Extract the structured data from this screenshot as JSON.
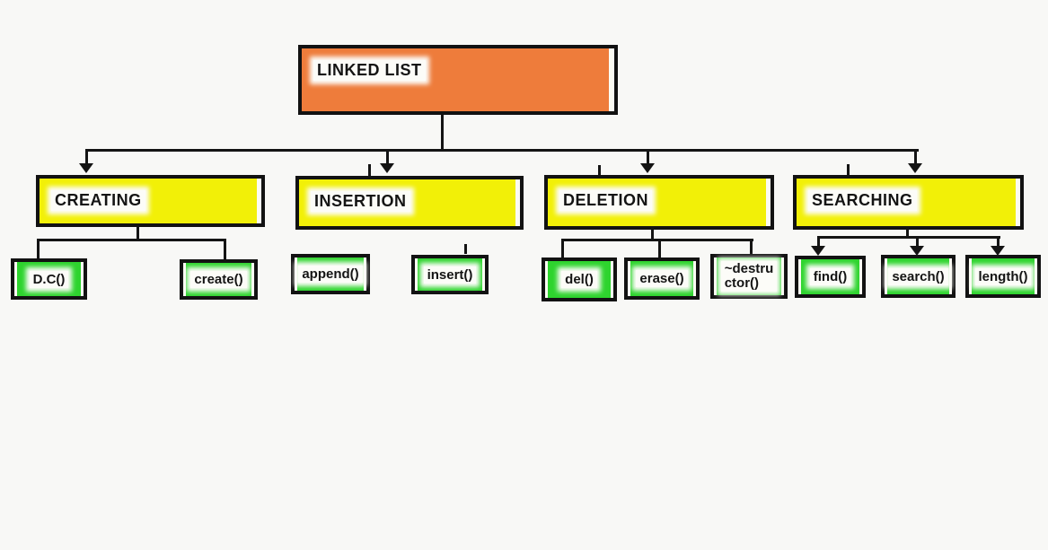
{
  "diagram": {
    "type": "tree",
    "title": "LINKED LIST operations hierarchy",
    "colors": {
      "background": "#f8f8f6",
      "root_fill": "#ee7c3b",
      "branch_fill": "#f2f007",
      "leaf_fill": "#2ed42e",
      "line": "#141414",
      "text": "#141414",
      "text_highlight": "#fcfcf8"
    },
    "root": {
      "label": "LINKED LIST"
    },
    "branches": [
      {
        "label": "CREATING",
        "children": [
          {
            "label": "D.C()"
          },
          {
            "label": "create()"
          }
        ]
      },
      {
        "label": "INSERTION",
        "children": [
          {
            "label": "append()"
          },
          {
            "label": "insert()"
          }
        ]
      },
      {
        "label": "DELETION",
        "children": [
          {
            "label": "del()"
          },
          {
            "label": "erase()"
          },
          {
            "label": "~destructor()",
            "label_lines": [
              "~destru",
              "ctor()"
            ]
          }
        ]
      },
      {
        "label": "SEARCHING",
        "children": [
          {
            "label": "find()"
          },
          {
            "label": "search()"
          },
          {
            "label": "length()"
          }
        ]
      }
    ]
  }
}
